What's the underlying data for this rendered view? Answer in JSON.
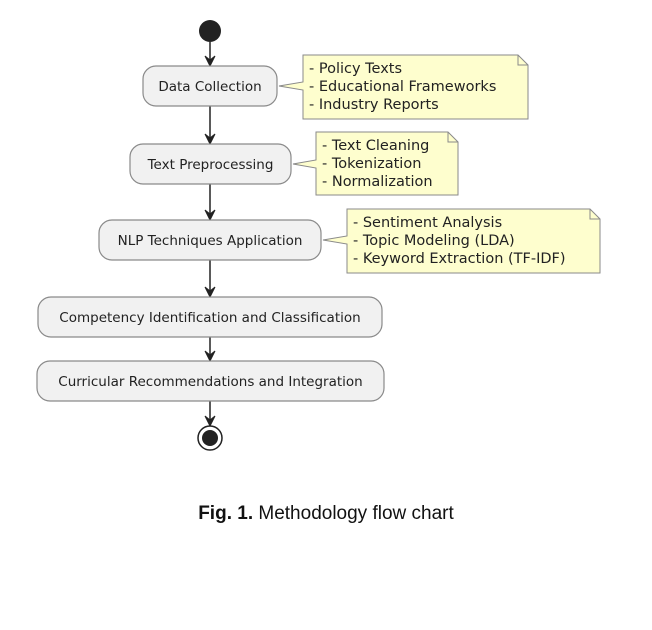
{
  "diagram": {
    "type": "activity-diagram",
    "start_node": {
      "kind": "start"
    },
    "end_node": {
      "kind": "end"
    },
    "activities": [
      {
        "id": "data-collection",
        "label": "Data Collection",
        "note": [
          "- Policy Texts",
          "- Educational Frameworks",
          "- Industry Reports"
        ]
      },
      {
        "id": "text-preprocessing",
        "label": "Text Preprocessing",
        "note": [
          "- Text Cleaning",
          "- Tokenization",
          "- Normalization"
        ]
      },
      {
        "id": "nlp-techniques-application",
        "label": "NLP Techniques Application",
        "note": [
          "- Sentiment Analysis",
          "- Topic Modeling (LDA)",
          "- Keyword Extraction (TF-IDF)"
        ]
      },
      {
        "id": "competency-identification",
        "label": "Competency Identification and Classification",
        "note": []
      },
      {
        "id": "curricular-recommendations",
        "label": "Curricular Recommendations and Integration",
        "note": []
      }
    ],
    "edges": [
      [
        "start",
        "data-collection"
      ],
      [
        "data-collection",
        "text-preprocessing"
      ],
      [
        "text-preprocessing",
        "nlp-techniques-application"
      ],
      [
        "nlp-techniques-application",
        "competency-identification"
      ],
      [
        "competency-identification",
        "curricular-recommendations"
      ],
      [
        "curricular-recommendations",
        "end"
      ]
    ],
    "colors": {
      "activity_fill": "#f1f1f1",
      "activity_border": "#8a8a8a",
      "note_fill": "#fefece",
      "note_border": "#8a8a8a",
      "arrow": "#222222",
      "node_fill": "#222222"
    }
  },
  "caption": {
    "label": "Fig. 1.",
    "text": " Methodology flow chart"
  }
}
